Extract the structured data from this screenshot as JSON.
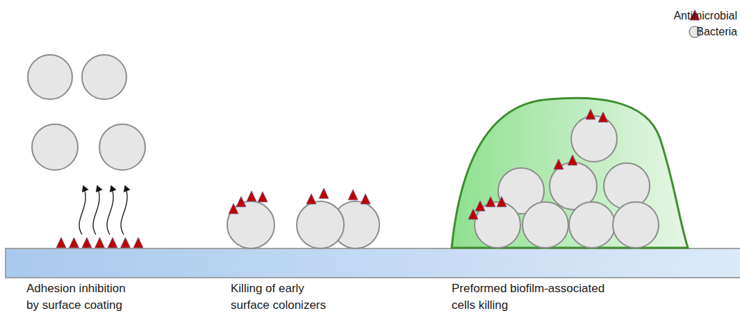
{
  "diagram": {
    "labels": [
      "Adhesion inhibition by surface coating",
      "Killing of early surface colonizers",
      "Preformed biofilm-associated cells killing"
    ],
    "legend": [
      {
        "text": "Antimicrobial"
      },
      {
        "text": "Bacteria"
      }
    ]
  }
}
